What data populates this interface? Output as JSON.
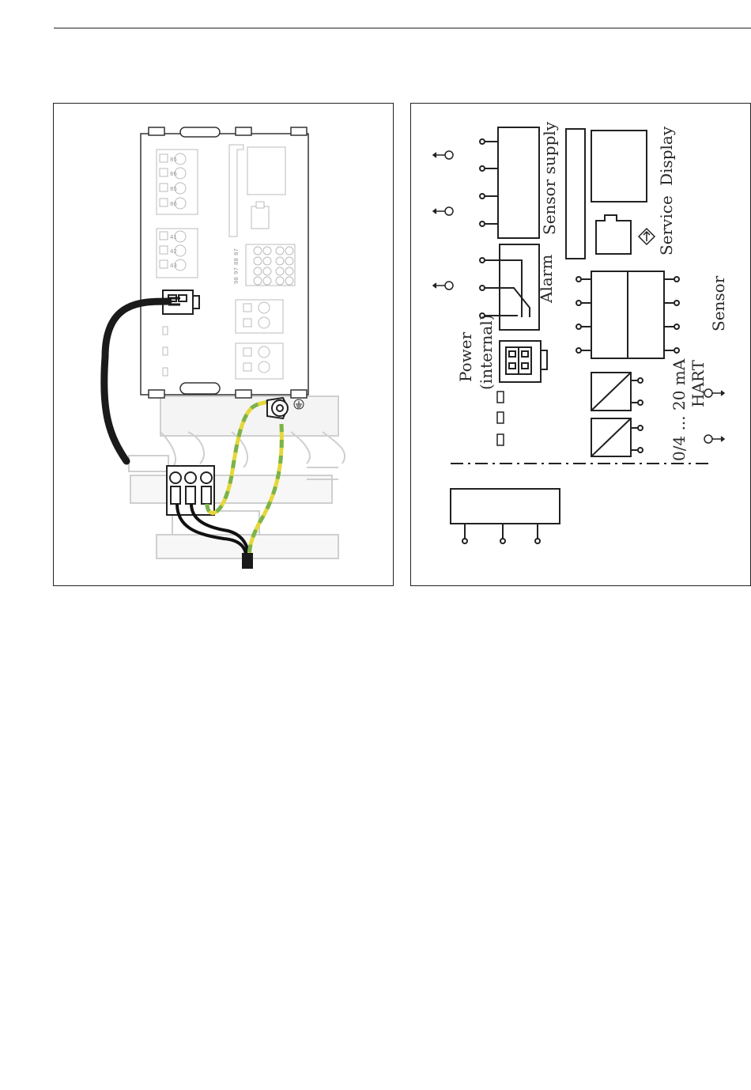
{
  "labels": {
    "sensor_supply": "Sensor supply",
    "display": "Display",
    "service": "Service",
    "alarm": "Alarm",
    "power": "Power",
    "internal": "(internal)",
    "sensor": "Sensor",
    "current_output": "0/4 ... 20 mA",
    "hart": "HART"
  },
  "terminals": {
    "block_a": [
      "85",
      "86",
      "85",
      "86"
    ],
    "block_b": [
      "41",
      "42",
      "43"
    ],
    "relay": [
      "98",
      "97",
      "88",
      "87"
    ]
  },
  "colors": {
    "line": "#222222",
    "cable": "#1a1a1a",
    "earth_green": "#7bb34a",
    "earth_yellow": "#e6d73a",
    "housing_gray": "#d9d9d9"
  }
}
